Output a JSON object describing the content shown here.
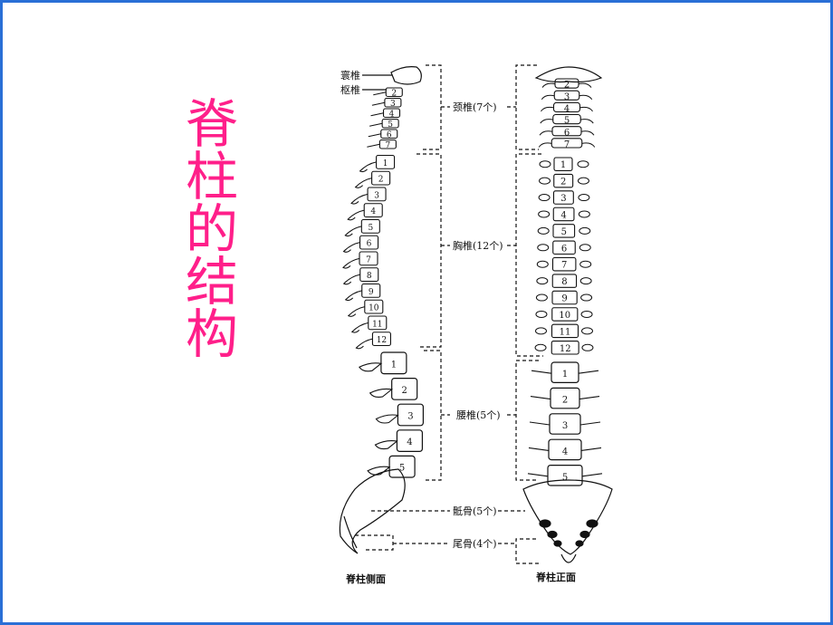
{
  "title_chars": [
    "脊",
    "柱",
    "的",
    "结",
    "构"
  ],
  "labels": {
    "atlas": "寰椎",
    "axis": "枢椎",
    "cervical": "颈椎(7个)",
    "thoracic": "胸椎(12个)",
    "lumbar": "腰椎(5个)",
    "sacrum": "骶骨(5个)",
    "coccyx": "尾骨(4个)",
    "lateral_view": "脊柱侧面",
    "front_view": "脊柱正面"
  },
  "vertebra_numbers": {
    "cervical_front": [
      "2",
      "3",
      "4",
      "5",
      "6",
      "7"
    ],
    "cervical_side": [
      "2",
      "3",
      "4",
      "5",
      "6",
      "7"
    ],
    "thoracic": [
      "1",
      "2",
      "3",
      "4",
      "5",
      "6",
      "7",
      "8",
      "9",
      "10",
      "11",
      "12"
    ],
    "lumbar": [
      "1",
      "2",
      "3",
      "4",
      "5"
    ]
  },
  "colors": {
    "title": "#ff1f8a",
    "border": "#2a6fd6",
    "line": "#111111"
  }
}
